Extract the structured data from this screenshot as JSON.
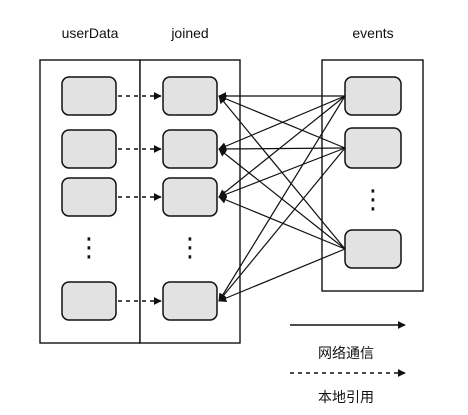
{
  "colors": {
    "node_fill": "#e2e2e2",
    "stroke": "#111111",
    "background": "#ffffff"
  },
  "columns": {
    "user_data": "userData",
    "joined": "joined",
    "events": "events"
  },
  "legend": {
    "network": "网络通信",
    "local_ref": "本地引用"
  },
  "ellipsis": "⋮"
}
